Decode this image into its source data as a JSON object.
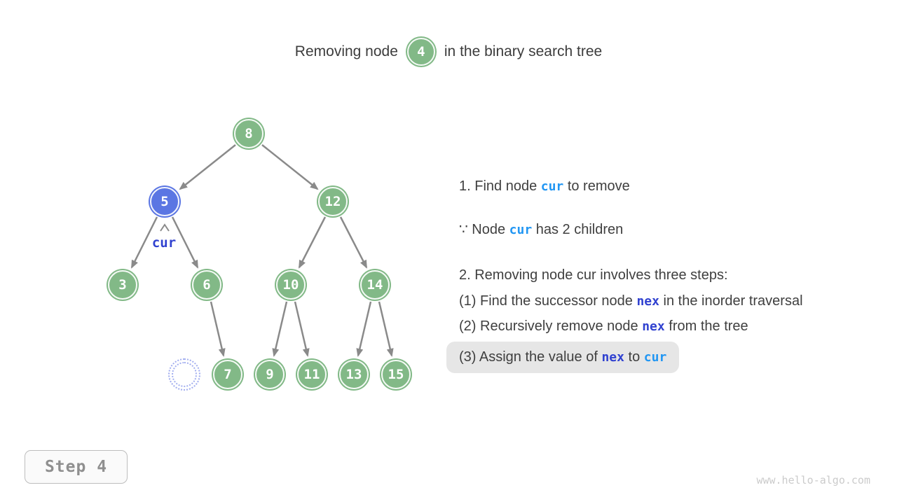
{
  "title": {
    "prefix": "Removing node",
    "node_value": "4",
    "suffix": "in the binary search tree"
  },
  "tree": {
    "nodes": [
      {
        "value": "8",
        "state": "normal"
      },
      {
        "value": "5",
        "state": "current"
      },
      {
        "value": "12",
        "state": "normal"
      },
      {
        "value": "3",
        "state": "normal"
      },
      {
        "value": "6",
        "state": "normal"
      },
      {
        "value": "10",
        "state": "normal"
      },
      {
        "value": "14",
        "state": "normal"
      },
      {
        "value": "7",
        "state": "normal"
      },
      {
        "value": "9",
        "state": "normal"
      },
      {
        "value": "11",
        "state": "normal"
      },
      {
        "value": "13",
        "state": "normal"
      },
      {
        "value": "15",
        "state": "normal"
      }
    ],
    "cur_label": "cur",
    "removed_node_placeholder": "empty dotted circle (former node 4 position)"
  },
  "instructions": {
    "lines": [
      {
        "segments": [
          {
            "text": "1. Find node "
          },
          {
            "text": "cur",
            "style": "blue"
          },
          {
            "text": " to remove"
          }
        ]
      },
      {
        "segments": [
          {
            "text": "∵ Node "
          },
          {
            "text": "cur",
            "style": "blue"
          },
          {
            "text": " has 2 children"
          }
        ]
      },
      {
        "segments": [
          {
            "text": "2. Removing node cur involves three steps:"
          }
        ]
      },
      {
        "segments": [
          {
            "text": "(1) Find the successor node "
          },
          {
            "text": "nex",
            "style": "indigo"
          },
          {
            "text": " in the inorder traversal"
          }
        ]
      },
      {
        "segments": [
          {
            "text": "(2) Recursively remove node "
          },
          {
            "text": "nex",
            "style": "indigo"
          },
          {
            "text": " from the tree"
          }
        ]
      },
      {
        "segments": [
          {
            "text": "(3) Assign the value of "
          },
          {
            "text": "nex",
            "style": "indigo"
          },
          {
            "text": " to "
          },
          {
            "text": "cur",
            "style": "blue"
          }
        ],
        "highlighted": true
      }
    ]
  },
  "step_indicator": {
    "label": "Step 4"
  },
  "watermark": "www.hello-algo.com",
  "colors": {
    "node_green": "#82b987",
    "node_blue": "#5b76e3",
    "ghost_dotted_blue": "#a2aeef",
    "edge_gray": "#8a8a8a",
    "code_cur_blue": "#2196f3",
    "code_nex_indigo": "#3142d0",
    "highlight_bg": "#e6e6e6",
    "body_text": "#3f3f3f"
  }
}
